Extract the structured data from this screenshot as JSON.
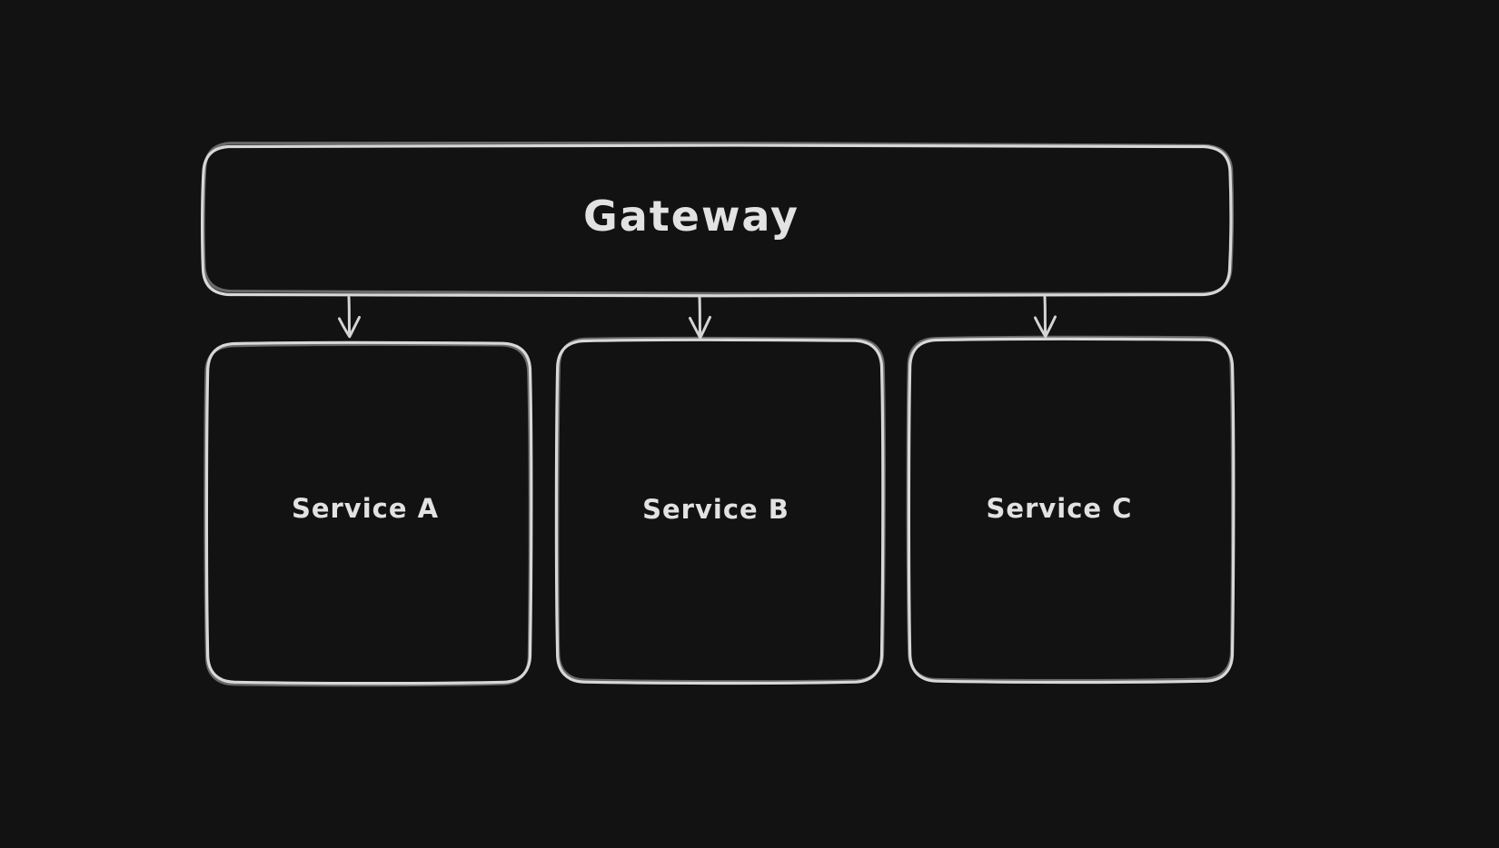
{
  "canvas": {
    "background_color": "#121212",
    "stroke_color": "#d8d8d8",
    "text_color": "#e2e2e2"
  },
  "diagram": {
    "gateway": {
      "label": "Gateway"
    },
    "services": [
      {
        "label": "Service A"
      },
      {
        "label": "Service B"
      },
      {
        "label": "Service C"
      }
    ],
    "connections": [
      {
        "from": "Gateway",
        "to": "Service A"
      },
      {
        "from": "Gateway",
        "to": "Service B"
      },
      {
        "from": "Gateway",
        "to": "Service C"
      }
    ]
  }
}
